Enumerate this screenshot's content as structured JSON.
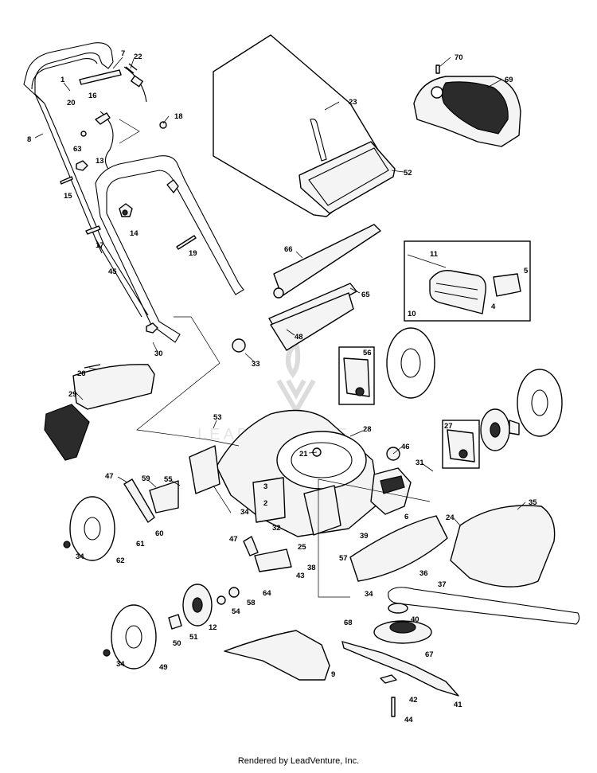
{
  "footer": {
    "credit": "Rendered by LeadVenture, Inc."
  },
  "watermark": {
    "text": "LEADVENTURE",
    "color": "#dcdcdc"
  },
  "callouts": {
    "c1": "1",
    "c2": "2",
    "c3": "3",
    "c4": "4",
    "c5": "5",
    "c6": "6",
    "c7": "7",
    "c8": "8",
    "c9": "9",
    "c10": "10",
    "c11": "11",
    "c12": "12",
    "c13": "13",
    "c14": "14",
    "c15": "15",
    "c16": "16",
    "c17": "17",
    "c18": "18",
    "c19": "19",
    "c20": "20",
    "c21": "21",
    "c22": "22",
    "c23": "23",
    "c24": "24",
    "c25": "25",
    "c26": "26",
    "c27": "27",
    "c28": "28",
    "c29": "29",
    "c30": "30",
    "c31": "31",
    "c32": "32",
    "c33": "33",
    "c34a": "34",
    "c34b": "34",
    "c34c": "34",
    "c34d": "34",
    "c35": "35",
    "c36": "36",
    "c37": "37",
    "c38": "38",
    "c39": "39",
    "c40": "40",
    "c41": "41",
    "c42": "42",
    "c43": "43",
    "c44": "44",
    "c45": "45",
    "c46": "46",
    "c47a": "47",
    "c47b": "47",
    "c48": "48",
    "c49": "49",
    "c50": "50",
    "c51": "51",
    "c52": "52",
    "c53": "53",
    "c54": "54",
    "c55": "55",
    "c56": "56",
    "c57": "57",
    "c58": "58",
    "c59": "59",
    "c60": "60",
    "c61": "61",
    "c62": "62",
    "c63": "63",
    "c64": "64",
    "c65": "65",
    "c66": "66",
    "c67": "67",
    "c68": "68",
    "c69": "69",
    "c70": "70"
  }
}
